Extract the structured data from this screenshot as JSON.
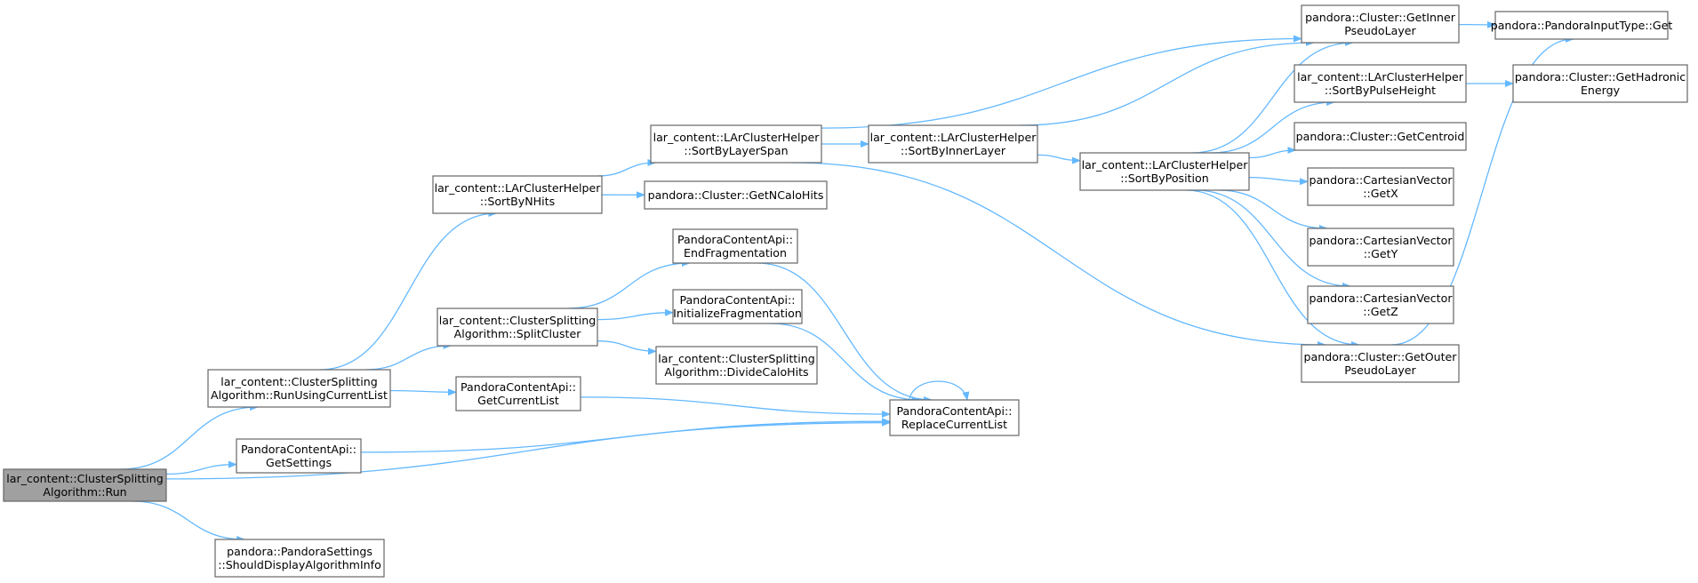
{
  "graph": {
    "edge_color": "#63b8ff",
    "root_fill": "#a0a0a0",
    "node_border": "#666666",
    "nodes": [
      {
        "id": "run",
        "lines": [
          "lar_content::ClusterSplitting",
          "Algorithm::Run"
        ],
        "root": true
      },
      {
        "id": "runUsing",
        "lines": [
          "lar_content::ClusterSplitting",
          "Algorithm::RunUsingCurrentList"
        ]
      },
      {
        "id": "getSettings",
        "lines": [
          "PandoraContentApi::",
          "GetSettings"
        ]
      },
      {
        "id": "shouldDisplay",
        "lines": [
          "pandora::PandoraSettings",
          "::ShouldDisplayAlgorithmInfo"
        ]
      },
      {
        "id": "sortByNHits",
        "lines": [
          "lar_content::LArClusterHelper",
          "::SortByNHits"
        ]
      },
      {
        "id": "splitCluster",
        "lines": [
          "lar_content::ClusterSplitting",
          "Algorithm::SplitCluster"
        ]
      },
      {
        "id": "getCurrentList",
        "lines": [
          "PandoraContentApi::",
          "GetCurrentList"
        ]
      },
      {
        "id": "sortByLayerSpan",
        "lines": [
          "lar_content::LArClusterHelper",
          "::SortByLayerSpan"
        ]
      },
      {
        "id": "getNCaloHits",
        "lines": [
          "pandora::Cluster::GetNCaloHits"
        ]
      },
      {
        "id": "endFrag",
        "lines": [
          "PandoraContentApi::",
          "EndFragmentation"
        ]
      },
      {
        "id": "initFrag",
        "lines": [
          "PandoraContentApi::",
          "InitializeFragmentation"
        ]
      },
      {
        "id": "divideCaloHits",
        "lines": [
          "lar_content::ClusterSplitting",
          "Algorithm::DivideCaloHits"
        ]
      },
      {
        "id": "replaceCurrentList",
        "lines": [
          "PandoraContentApi::",
          "ReplaceCurrentList"
        ]
      },
      {
        "id": "sortByInnerLayer",
        "lines": [
          "lar_content::LArClusterHelper",
          "::SortByInnerLayer"
        ]
      },
      {
        "id": "sortByPosition",
        "lines": [
          "lar_content::LArClusterHelper",
          "::SortByPosition"
        ]
      },
      {
        "id": "getInnerPseudoLayer",
        "lines": [
          "pandora::Cluster::GetInner",
          "PseudoLayer"
        ]
      },
      {
        "id": "sortByPulseHeight",
        "lines": [
          "lar_content::LArClusterHelper",
          "::SortByPulseHeight"
        ]
      },
      {
        "id": "getCentroid",
        "lines": [
          "pandora::Cluster::GetCentroid"
        ]
      },
      {
        "id": "getX",
        "lines": [
          "pandora::CartesianVector",
          "::GetX"
        ]
      },
      {
        "id": "getY",
        "lines": [
          "pandora::CartesianVector",
          "::GetY"
        ]
      },
      {
        "id": "getZ",
        "lines": [
          "pandora::CartesianVector",
          "::GetZ"
        ]
      },
      {
        "id": "getOuterPseudoLayer",
        "lines": [
          "pandora::Cluster::GetOuter",
          "PseudoLayer"
        ]
      },
      {
        "id": "inputTypeGet",
        "lines": [
          "pandora::PandoraInputType::Get"
        ]
      },
      {
        "id": "getHadronicEnergy",
        "lines": [
          "pandora::Cluster::GetHadronic",
          "Energy"
        ]
      }
    ],
    "edges": [
      {
        "from": "run",
        "to": "runUsing"
      },
      {
        "from": "run",
        "to": "getSettings"
      },
      {
        "from": "run",
        "to": "replaceCurrentList"
      },
      {
        "from": "run",
        "to": "shouldDisplay"
      },
      {
        "from": "runUsing",
        "to": "sortByNHits"
      },
      {
        "from": "runUsing",
        "to": "splitCluster"
      },
      {
        "from": "runUsing",
        "to": "getCurrentList"
      },
      {
        "from": "getSettings",
        "to": "replaceCurrentList"
      },
      {
        "from": "sortByNHits",
        "to": "sortByLayerSpan"
      },
      {
        "from": "sortByNHits",
        "to": "getNCaloHits"
      },
      {
        "from": "splitCluster",
        "to": "endFrag"
      },
      {
        "from": "splitCluster",
        "to": "initFrag"
      },
      {
        "from": "splitCluster",
        "to": "divideCaloHits"
      },
      {
        "from": "getCurrentList",
        "to": "replaceCurrentList"
      },
      {
        "from": "endFrag",
        "to": "replaceCurrentList"
      },
      {
        "from": "initFrag",
        "to": "replaceCurrentList"
      },
      {
        "from": "replaceCurrentList",
        "to": "replaceCurrentList"
      },
      {
        "from": "sortByLayerSpan",
        "to": "sortByInnerLayer"
      },
      {
        "from": "sortByLayerSpan",
        "to": "getInnerPseudoLayer"
      },
      {
        "from": "sortByLayerSpan",
        "to": "getOuterPseudoLayer"
      },
      {
        "from": "sortByInnerLayer",
        "to": "getInnerPseudoLayer"
      },
      {
        "from": "sortByInnerLayer",
        "to": "sortByPosition"
      },
      {
        "from": "sortByPosition",
        "to": "getInnerPseudoLayer"
      },
      {
        "from": "sortByPosition",
        "to": "sortByPulseHeight"
      },
      {
        "from": "sortByPosition",
        "to": "getCentroid"
      },
      {
        "from": "sortByPosition",
        "to": "getX"
      },
      {
        "from": "sortByPosition",
        "to": "getY"
      },
      {
        "from": "sortByPosition",
        "to": "getZ"
      },
      {
        "from": "sortByPosition",
        "to": "getOuterPseudoLayer"
      },
      {
        "from": "getInnerPseudoLayer",
        "to": "inputTypeGet"
      },
      {
        "from": "sortByPulseHeight",
        "to": "getHadronicEnergy"
      },
      {
        "from": "getOuterPseudoLayer",
        "to": "inputTypeGet"
      }
    ]
  }
}
